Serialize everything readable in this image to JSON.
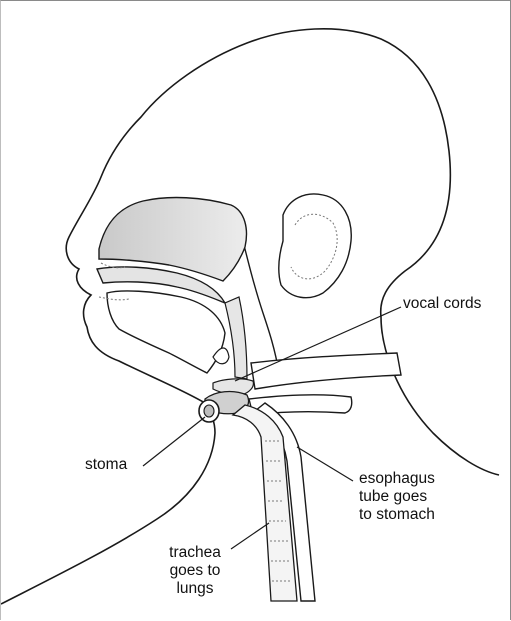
{
  "labels": {
    "vocal_cords": "vocal cords",
    "stoma": "stoma",
    "esophagus": [
      "esophagus",
      "tube goes",
      "to stomach"
    ],
    "trachea": [
      "trachea",
      "goes to",
      "lungs"
    ]
  },
  "colors": {
    "outline": "#1a1a1a",
    "airway_fill": "#d6d6d6",
    "background": "#ffffff",
    "dotted": "#777777"
  }
}
